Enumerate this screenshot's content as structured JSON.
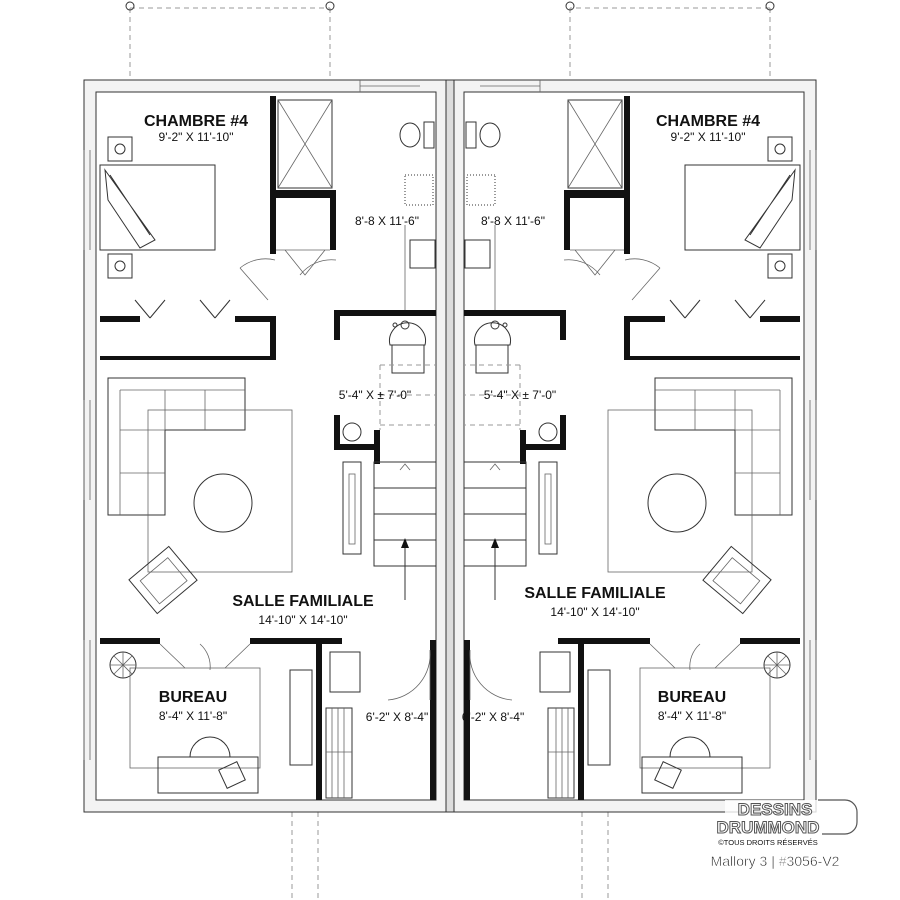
{
  "left_unit": {
    "bedroom": {
      "name": "CHAMBRE #4",
      "dims": "9'-2\" X 11'-10\""
    },
    "bathroom": {
      "dims": "8'-8 X 11'-6\""
    },
    "entry": {
      "dims": "5'-4\" X ± 7'-0\""
    },
    "family_room": {
      "name": "SALLE FAMILIALE",
      "dims": "14'-10\" X 14'-10\""
    },
    "office": {
      "name": "BUREAU",
      "dims": "8'-4\" X 11'-8\""
    },
    "laundry": {
      "dims": "6'-2\" X 8'-4\""
    }
  },
  "right_unit": {
    "bedroom": {
      "name": "CHAMBRE #4",
      "dims": "9'-2\" X 11'-10\""
    },
    "bathroom": {
      "dims": "8'-8 X 11'-6\""
    },
    "entry": {
      "dims": "5'-4\" X ± 7'-0\""
    },
    "family_room": {
      "name": "SALLE FAMILIALE",
      "dims": "14'-10\" X 14'-10\""
    },
    "office": {
      "name": "BUREAU",
      "dims": "8'-4\" X 11'-8\""
    },
    "laundry": {
      "dims": "6'-2\" X 8'-4\""
    }
  },
  "branding": {
    "logo_line1": "DESSINS",
    "logo_line2": "DRUMMOND",
    "copyright": "©TOUS DROITS RÉSERVÉS",
    "plan_name": "Mallory 3 | #3056-V2"
  }
}
